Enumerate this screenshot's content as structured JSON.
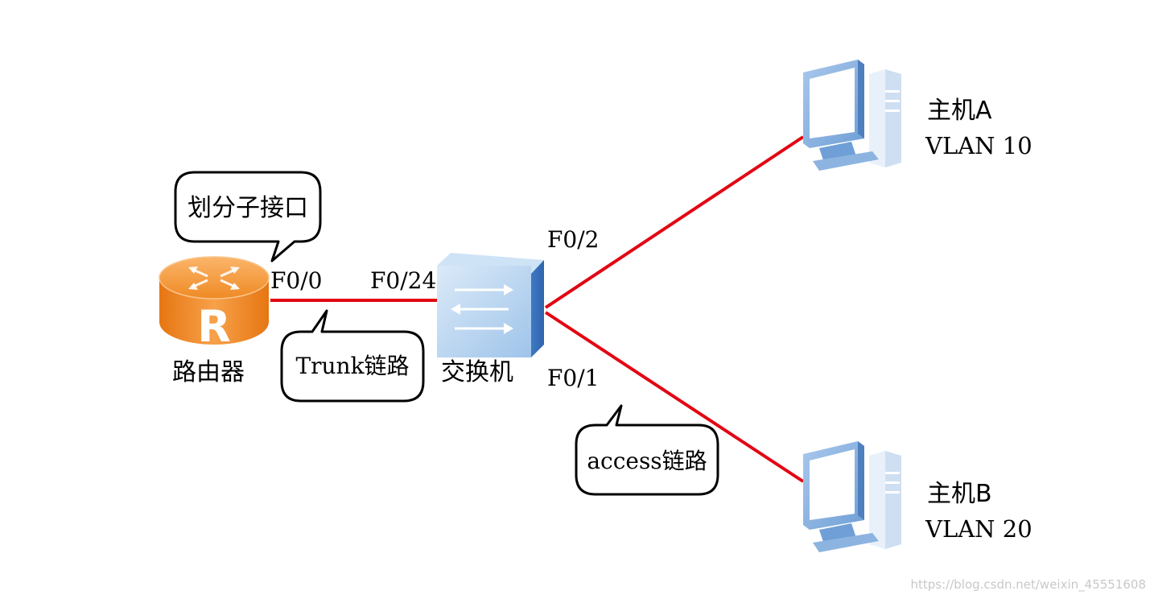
{
  "colors": {
    "link": "#e30613",
    "router_body": "#f08a24",
    "router_top": "#f6a24a",
    "switch_body": "#b9d7f0",
    "switch_side": "#5b8fcf",
    "pc_body": "#8db4e0",
    "pc_screen": "#ffffff",
    "pc_shadow": "#4e7fbf"
  },
  "devices": {
    "router": {
      "label": "路由器",
      "icon": "router-icon"
    },
    "switch": {
      "label": "交换机",
      "icon": "switch-icon"
    },
    "host_a": {
      "name": "主机A",
      "vlan": "VLAN 10",
      "icon": "computer-icon"
    },
    "host_b": {
      "name": "主机B",
      "vlan": "VLAN 20",
      "icon": "computer-icon"
    }
  },
  "ports": {
    "router_f0_0": "F0/0",
    "switch_f0_24": "F0/24",
    "switch_f0_2": "F0/2",
    "switch_f0_1": "F0/1"
  },
  "callouts": {
    "subinterface": "划分子接口",
    "trunk": "Trunk链路",
    "access": "access链路"
  },
  "watermark": "https://blog.csdn.net/weixin_45551608"
}
